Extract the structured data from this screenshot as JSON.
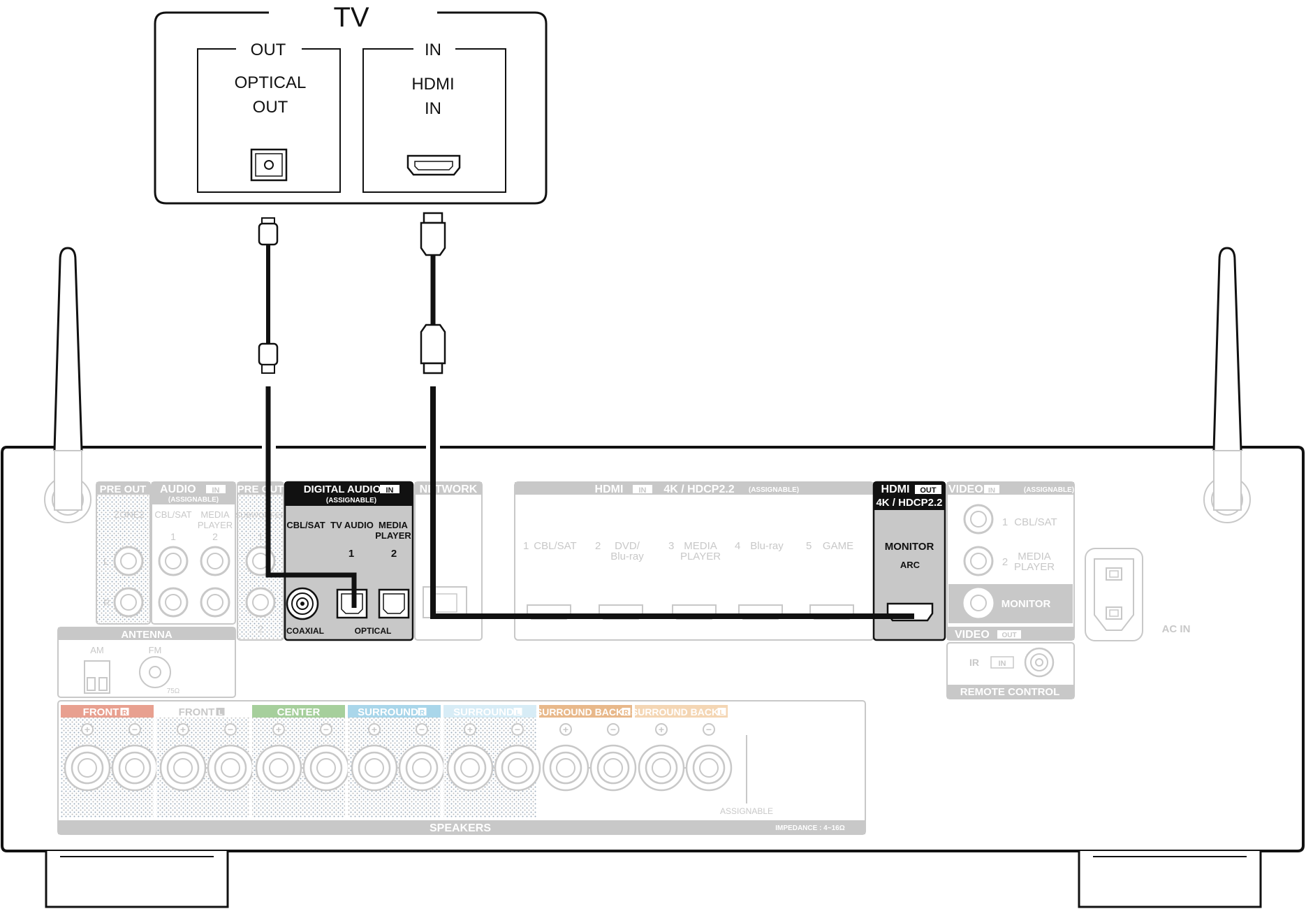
{
  "tv": {
    "title": "TV",
    "out_section": {
      "header": "OUT",
      "line1": "OPTICAL",
      "line2": "OUT"
    },
    "in_section": {
      "header": "IN",
      "line1": "HDMI",
      "line2": "IN"
    }
  },
  "receiver": {
    "pre_out_zone2": {
      "header": "PRE OUT",
      "sub": "ZONE2",
      "l": "L",
      "r": "R"
    },
    "audio_in": {
      "header": "AUDIO",
      "in_tag": "IN",
      "assignable": "(ASSIGNABLE)",
      "col1": "CBL/SAT",
      "col2_l1": "MEDIA",
      "col2_l2": "PLAYER",
      "num1": "1",
      "num2": "2"
    },
    "pre_out_sub": {
      "header": "PRE OUT",
      "sub": "SUBWOOFER",
      "num1": "1",
      "num2": "2"
    },
    "digital_audio": {
      "header": "DIGITAL AUDIO",
      "in_tag": "IN",
      "assignable": "(ASSIGNABLE)",
      "cbl_sat": "CBL/SAT",
      "tv_audio": "TV AUDIO",
      "media_l1": "MEDIA",
      "media_l2": "PLAYER",
      "num1": "1",
      "num2": "2",
      "coaxial": "COAXIAL",
      "optical": "OPTICAL"
    },
    "network": {
      "header": "NETWORK"
    },
    "hdmi_in": {
      "header": "HDMI",
      "in_tag": "IN",
      "spec": "4K / HDCP2.2",
      "assignable": "(ASSIGNABLE)",
      "inputs": [
        {
          "num": "1",
          "l1": "CBL/SAT",
          "l2": ""
        },
        {
          "num": "2",
          "l1": "DVD/",
          "l2": "Blu-ray"
        },
        {
          "num": "3",
          "l1": "MEDIA",
          "l2": "PLAYER"
        },
        {
          "num": "4",
          "l1": "Blu-ray",
          "l2": ""
        },
        {
          "num": "5",
          "l1": "GAME",
          "l2": ""
        }
      ]
    },
    "hdmi_out": {
      "header": "HDMI",
      "out_tag": "OUT",
      "spec": "4K / HDCP2.2",
      "monitor": "MONITOR",
      "arc": "ARC"
    },
    "video_in": {
      "header": "VIDEO",
      "in_tag": "IN",
      "assignable": "(ASSIGNABLE)",
      "item1_num": "1",
      "item1": "CBL/SAT",
      "item2_num": "2",
      "item2_l1": "MEDIA",
      "item2_l2": "PLAYER",
      "monitor": "MONITOR",
      "out_header": "VIDEO",
      "out_tag": "OUT"
    },
    "remote_control": {
      "ir": "IR",
      "in_tag": "IN",
      "label": "REMOTE CONTROL"
    },
    "ac_in": "AC IN",
    "antenna": {
      "header": "ANTENNA",
      "am": "AM",
      "fm": "FM",
      "ohm": "75Ω"
    },
    "speakers": {
      "channels": [
        {
          "name": "FRONT",
          "tag": "R",
          "color": "#e8a090"
        },
        {
          "name": "FRONT",
          "tag": "L",
          "color": "#ffffff"
        },
        {
          "name": "CENTER",
          "tag": "",
          "color": "#a6cf9c"
        },
        {
          "name": "SURROUND",
          "tag": "R",
          "color": "#a9d6ea"
        },
        {
          "name": "SURROUND",
          "tag": "L",
          "color": "#d7ecf6"
        },
        {
          "name": "SURROUND BACK",
          "tag": "R",
          "color": "#e8b88a"
        },
        {
          "name": "SURROUND BACK",
          "tag": "L",
          "color": "#f4d6b4"
        }
      ],
      "assignable": "ASSIGNABLE",
      "label": "SPEAKERS",
      "impedance": "IMPEDANCE : 4~16Ω"
    }
  },
  "colors": {
    "faded": "#c8c8c8",
    "ink": "#111111"
  }
}
